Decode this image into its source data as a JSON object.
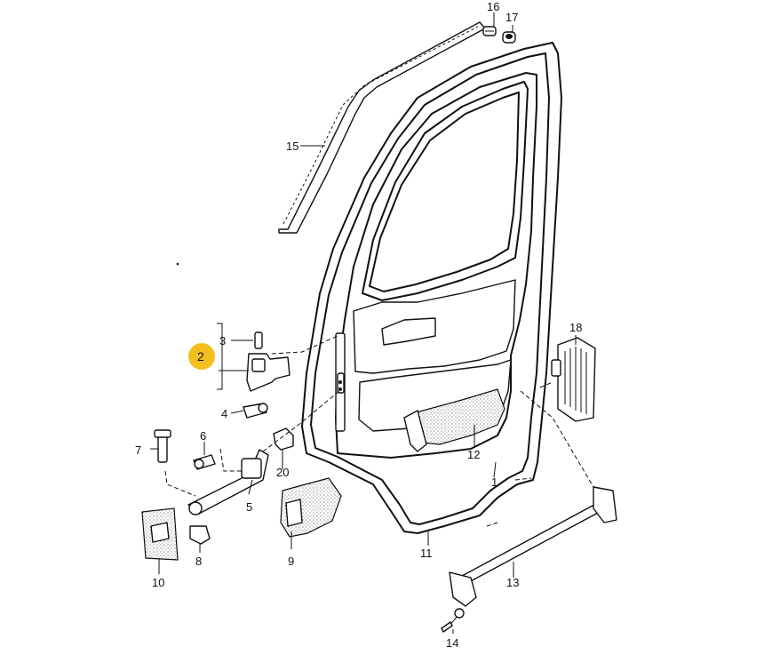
{
  "callouts": [
    {
      "id": "c1",
      "text": "1"
    },
    {
      "id": "c2",
      "text": "2",
      "highlight_color": "#f2bf1e"
    },
    {
      "id": "c3",
      "text": "3"
    },
    {
      "id": "c4",
      "text": "4"
    },
    {
      "id": "c5",
      "text": "5"
    },
    {
      "id": "c6",
      "text": "6"
    },
    {
      "id": "c7",
      "text": "7"
    },
    {
      "id": "c8",
      "text": "8"
    },
    {
      "id": "c9",
      "text": "9"
    },
    {
      "id": "c10",
      "text": "10"
    },
    {
      "id": "c11",
      "text": "11"
    },
    {
      "id": "c12",
      "text": "12"
    },
    {
      "id": "c13",
      "text": "13"
    },
    {
      "id": "c14",
      "text": "14"
    },
    {
      "id": "c15",
      "text": "15"
    },
    {
      "id": "c16",
      "text": "16"
    },
    {
      "id": "c17",
      "text": "17"
    },
    {
      "id": "c18",
      "text": "18"
    },
    {
      "id": "c20",
      "text": "20"
    }
  ]
}
